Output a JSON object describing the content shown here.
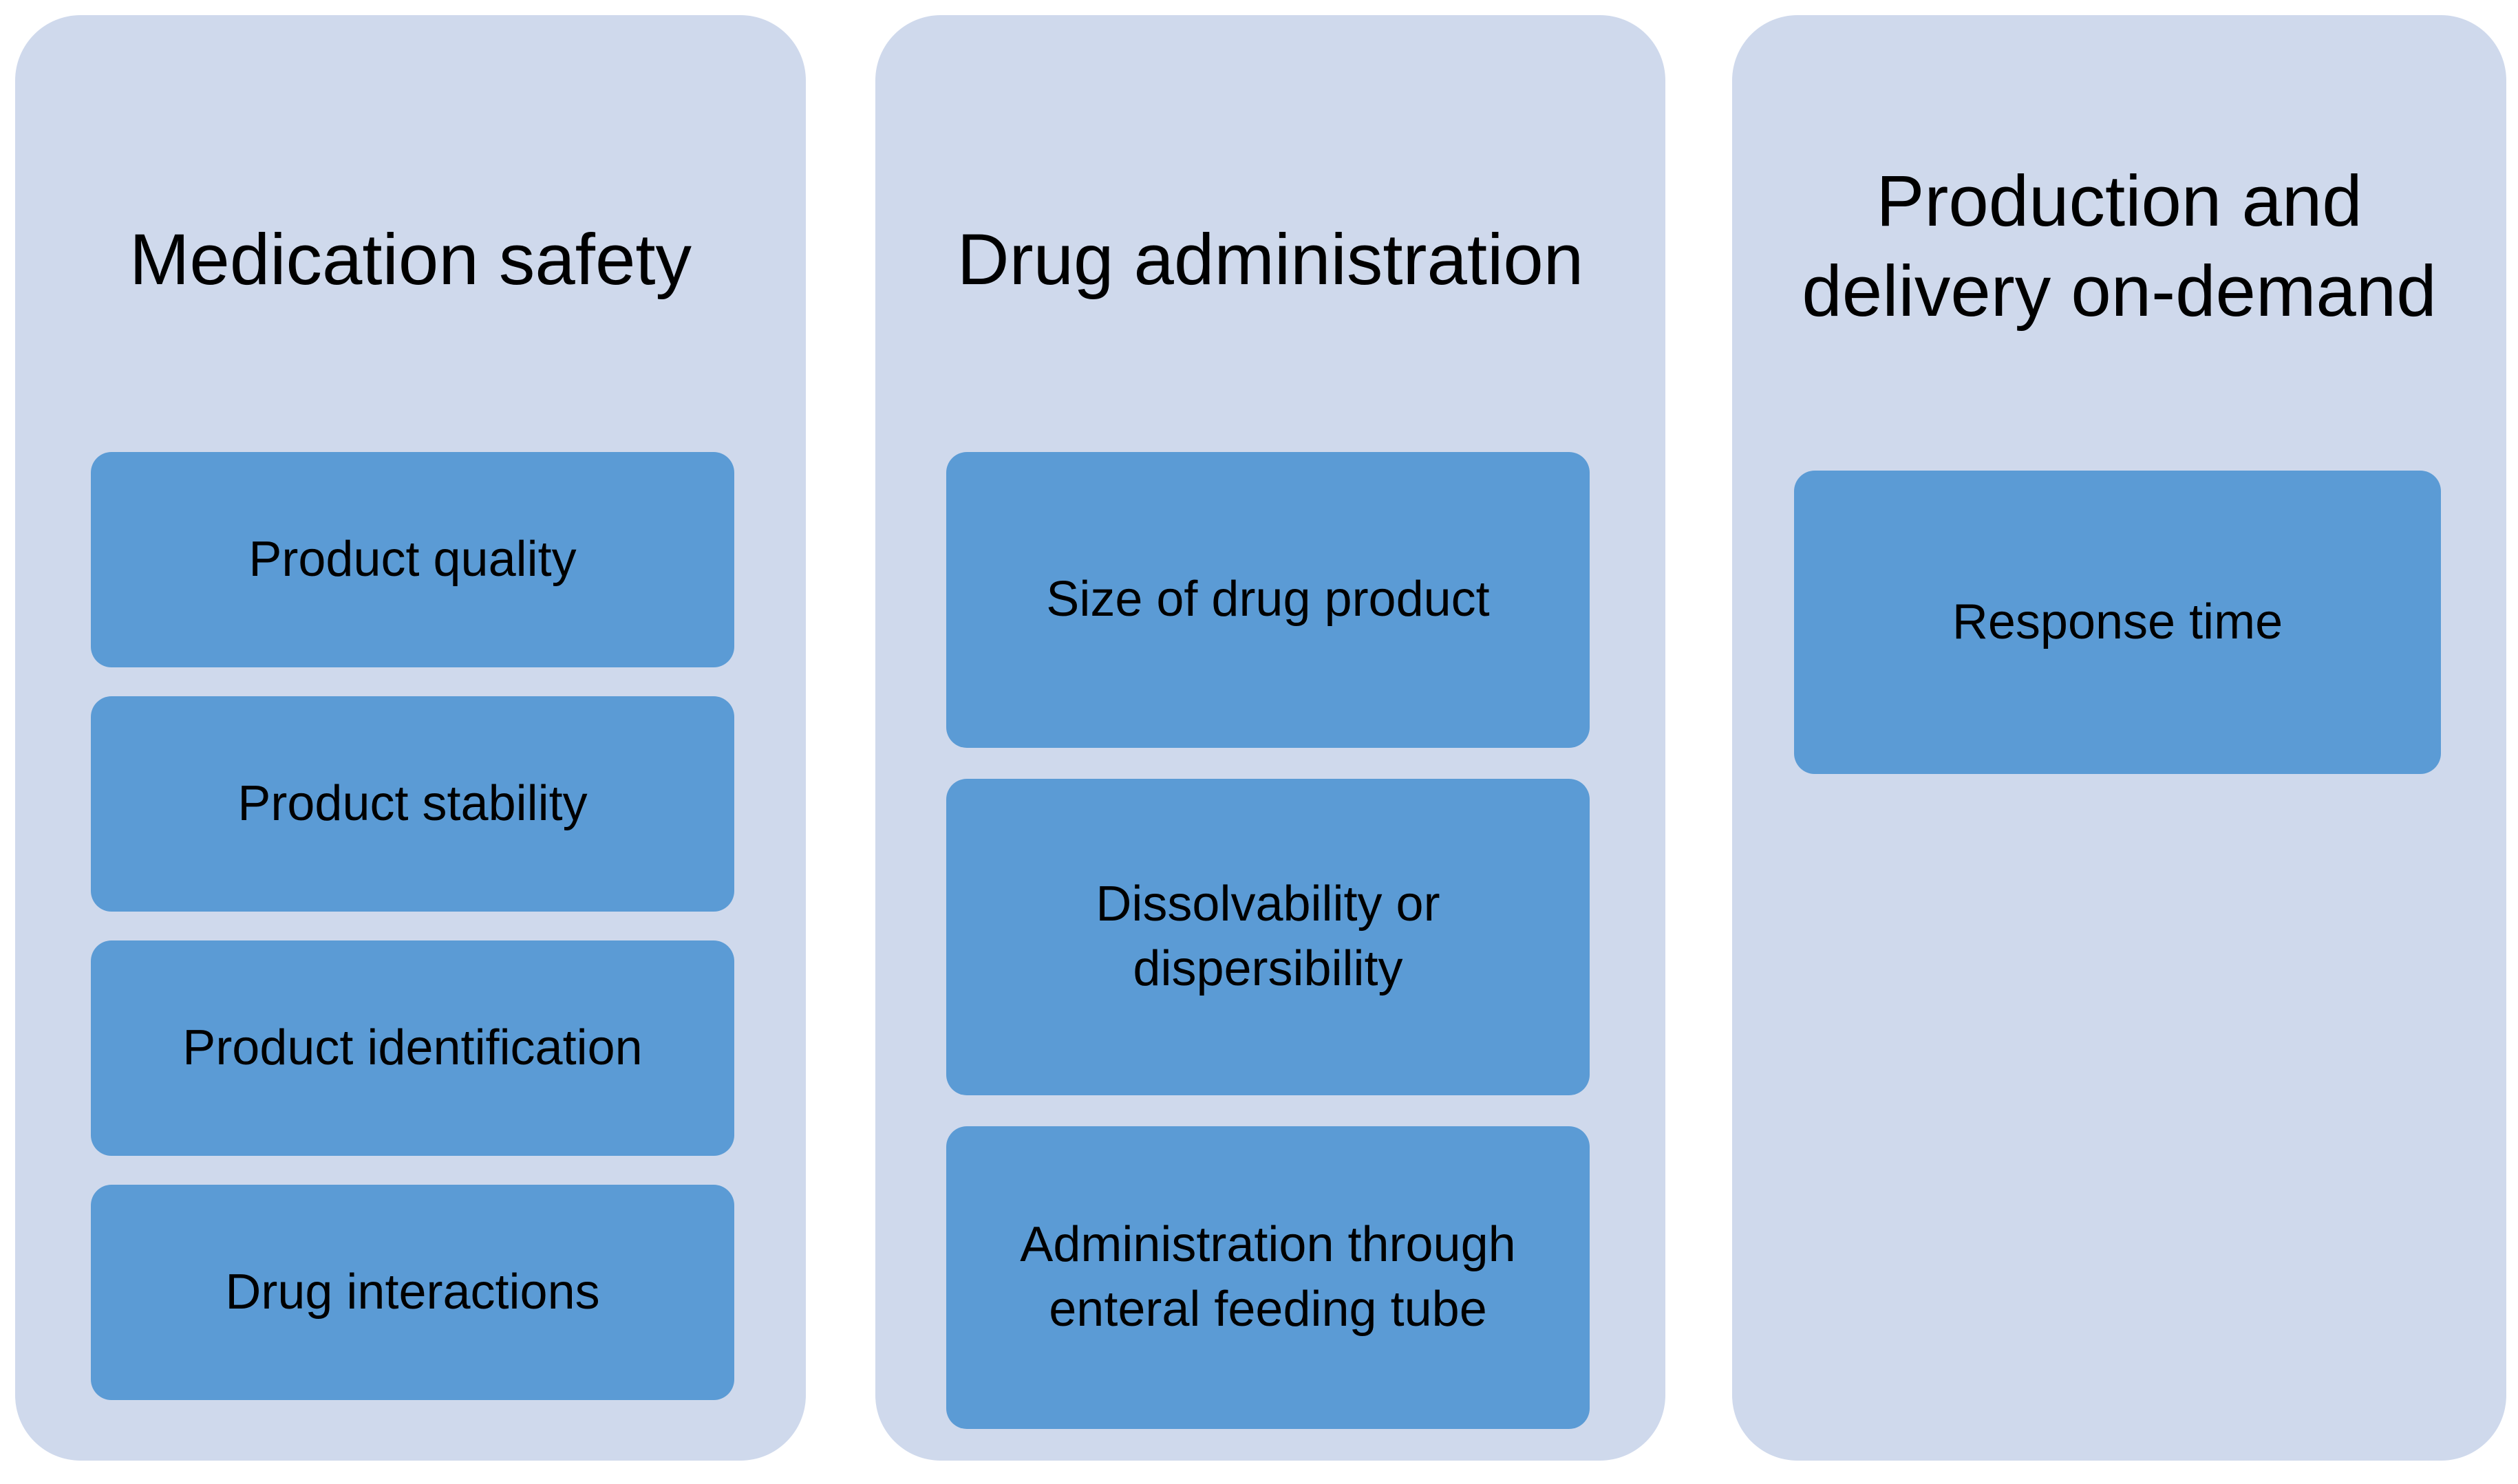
{
  "figure": {
    "columns": [
      {
        "title": "Medication safety",
        "items": [
          "Product quality",
          "Product stability",
          "Product identification",
          "Drug interactions"
        ]
      },
      {
        "title": "Drug administration",
        "items": [
          "Size of drug product",
          "Dissolvability or dispersibility",
          "Administration through enteral feeding tube"
        ]
      },
      {
        "title": "Production and delivery on-demand",
        "items": [
          "Response time"
        ]
      }
    ]
  },
  "colors": {
    "page_background": "#ffffff",
    "panel_background": "#cfd9ec",
    "item_background": "#5b9bd5",
    "text": "#000000"
  }
}
